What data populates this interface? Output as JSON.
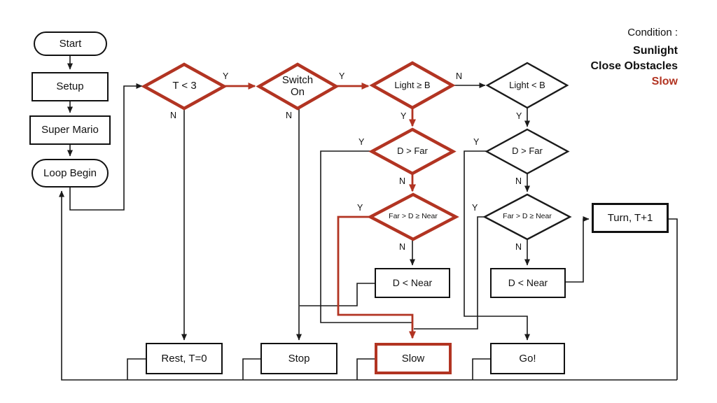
{
  "legend": {
    "title": "Condition :",
    "items": [
      {
        "label": "Sunlight",
        "color": "#111111"
      },
      {
        "label": "Close Obstacles",
        "color": "#111111"
      },
      {
        "label": "Slow",
        "color": "#b23422"
      }
    ]
  },
  "nodes": {
    "start": "Start",
    "setup": "Setup",
    "super_mario": "Super Mario",
    "loop_begin": "Loop Begin",
    "t_less_3": "T < 3",
    "switch_on": "Switch On",
    "light_ge_b": "Light ≥ B",
    "light_lt_b": "Light < B",
    "d_gt_far": "D > Far",
    "far_d_near": "Far > D ≥ Near",
    "d_lt_near": "D < Near",
    "turn": "Turn, T+1",
    "rest": "Rest, T=0",
    "stop": "Stop",
    "slow": "Slow",
    "go": "Go!"
  },
  "edge_labels": {
    "yes": "Y",
    "no": "N"
  },
  "colors": {
    "highlight": "#b23422",
    "line": "#1a1a1a"
  }
}
